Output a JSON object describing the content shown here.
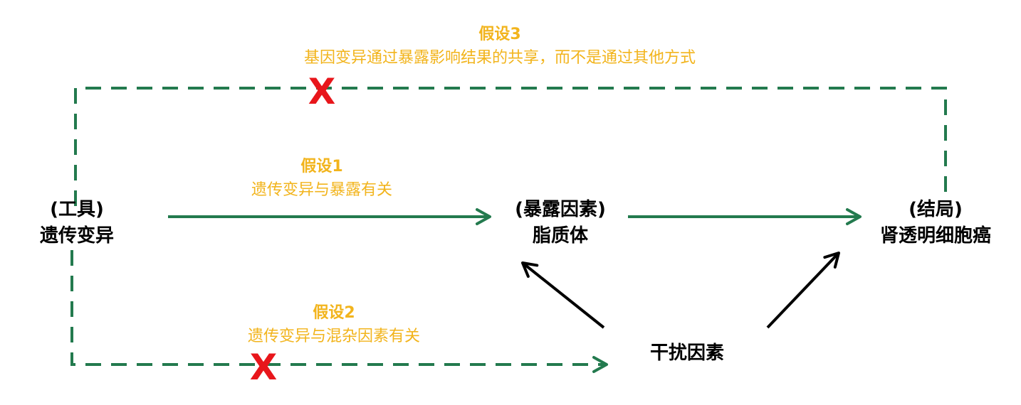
{
  "colors": {
    "arrow_green": "#237a4e",
    "arrow_black": "#000000",
    "hypothesis_text": "#f2b41c",
    "cross_red": "#e8161b"
  },
  "nodes": {
    "instrument": {
      "role": "(工具)",
      "name": "遗传变异"
    },
    "exposure": {
      "role": "(暴露因素)",
      "name": "脂质体"
    },
    "outcome": {
      "role": "(结局)",
      "name": "肾透明细胞癌"
    },
    "confounder": {
      "name": "干扰因素"
    }
  },
  "hypotheses": {
    "h1": {
      "title": "假设1",
      "desc": "遗传变异与暴露有关"
    },
    "h2": {
      "title": "假设2",
      "desc": "遗传变异与混杂因素有关"
    },
    "h3": {
      "title": "假设3",
      "desc": "基因变异通过暴露影响结果的共享，而不是通过其他方式"
    }
  },
  "crosses": {
    "h2": "X",
    "h3": "X"
  }
}
